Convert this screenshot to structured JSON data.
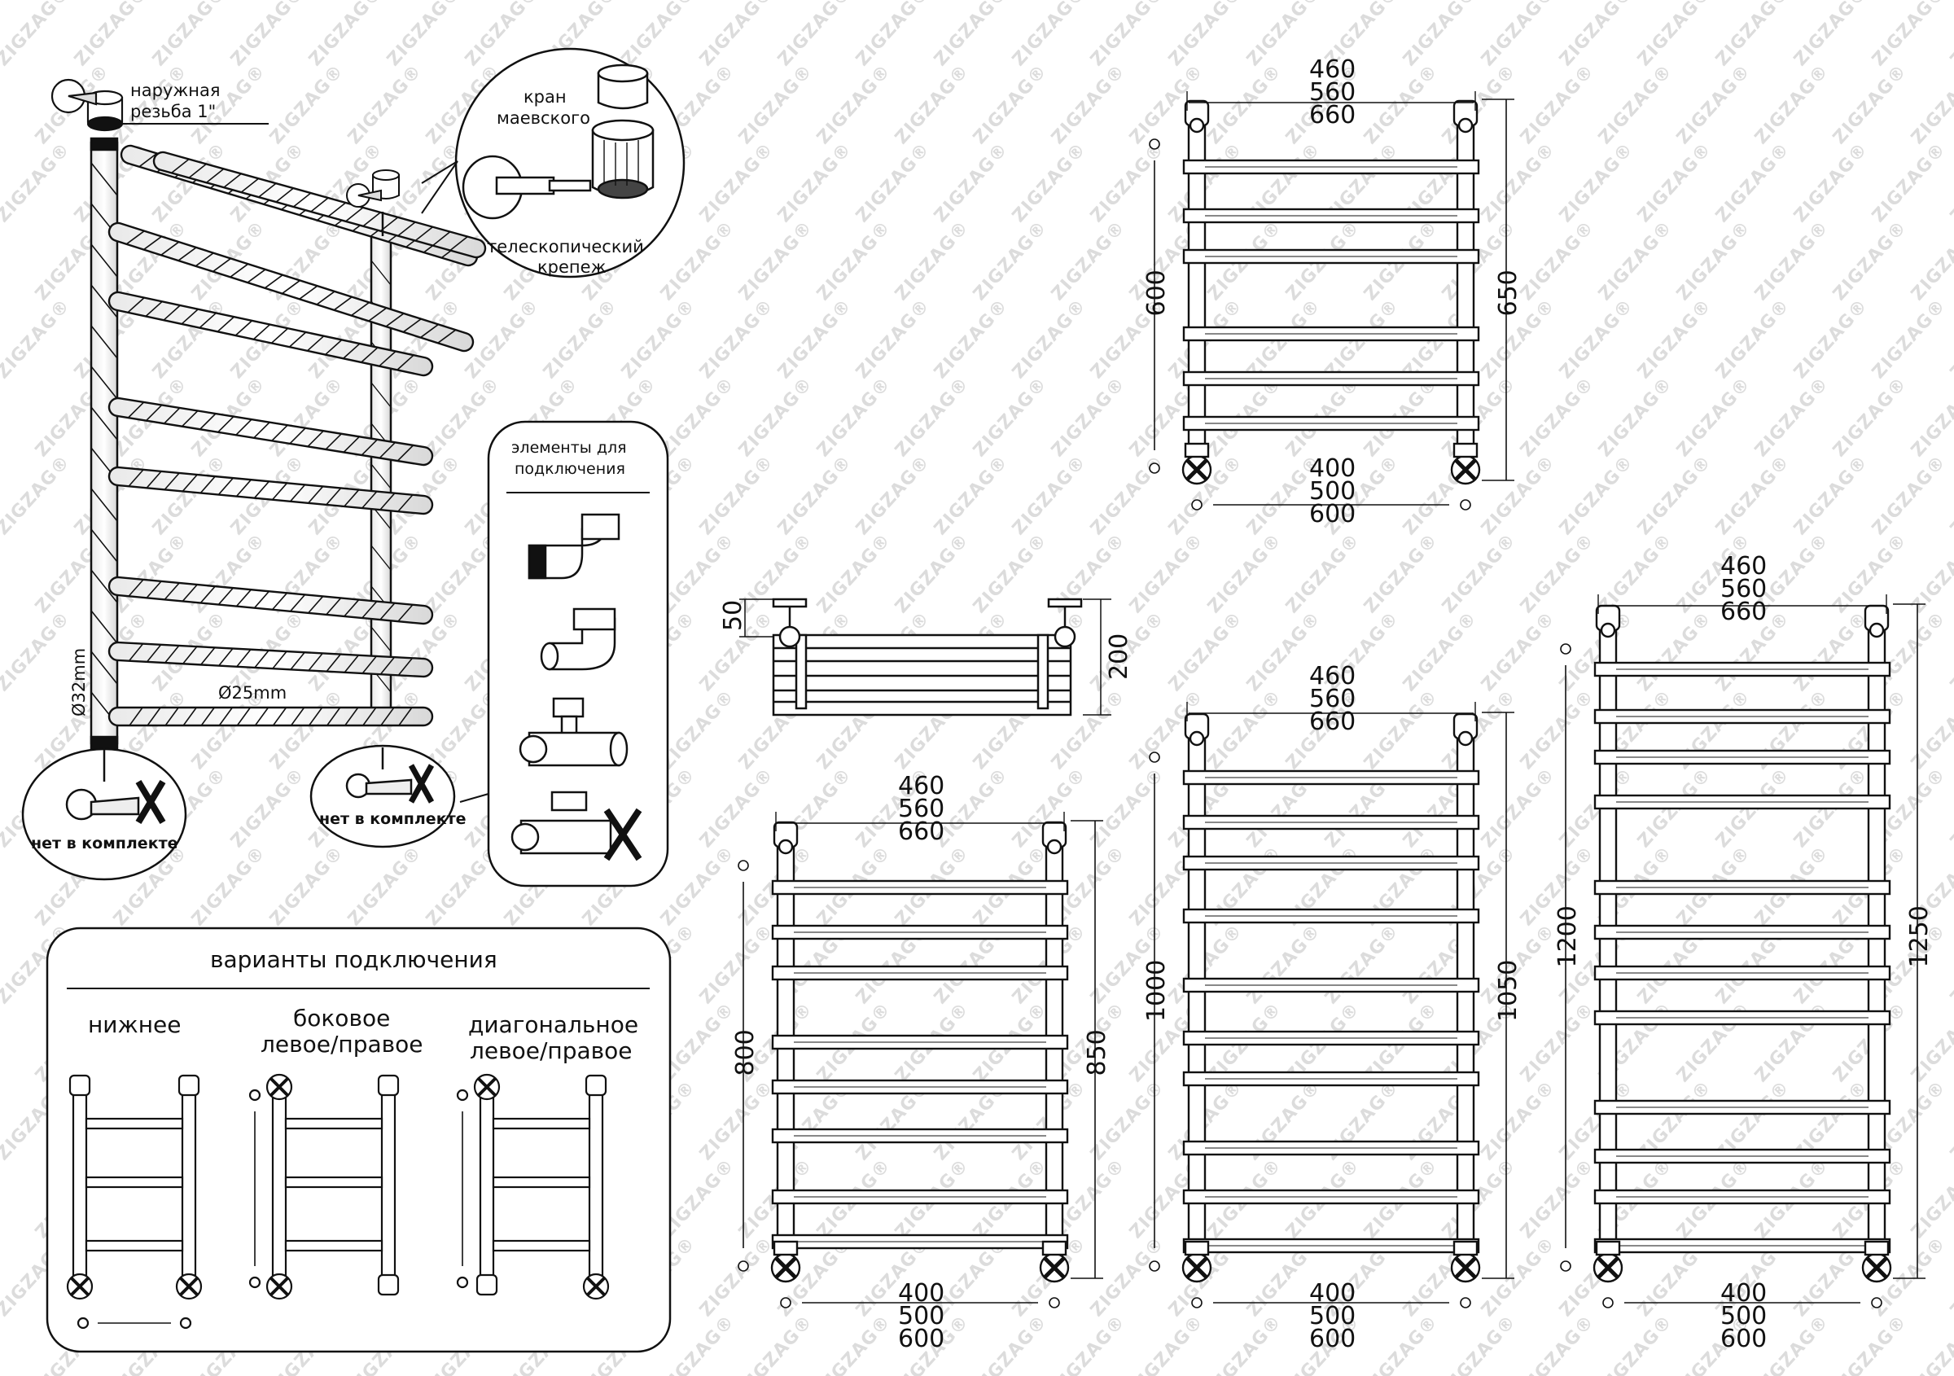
{
  "watermark": "ZIGZAG®",
  "labels": {
    "thread": [
      "наружная",
      "резьба 1\""
    ],
    "valve": [
      "кран",
      "маевского"
    ],
    "mount": [
      "телескопический",
      "крепеж"
    ],
    "pipe_main": "Ø32mm",
    "pipe_rung": "Ø25mm",
    "not_included": "нет в комплекте",
    "elements_title": [
      "элементы для",
      "подключения"
    ]
  },
  "connection": {
    "title": "варианты подключения",
    "bottom": "нижнее",
    "side": [
      "боковое",
      "левое/правое"
    ],
    "diagonal": [
      "диагональное",
      "левое/правое"
    ]
  },
  "widths_top": [
    "460",
    "560",
    "660"
  ],
  "widths_bottom": [
    "400",
    "500",
    "600"
  ],
  "shelf": {
    "depth": "50",
    "height": "200"
  },
  "models": [
    {
      "inner_height": "600",
      "outer_height": "650"
    },
    {
      "inner_height": "800",
      "outer_height": "850"
    },
    {
      "inner_height": "1000",
      "outer_height": "1050"
    },
    {
      "inner_height": "1200",
      "outer_height": "1250"
    }
  ]
}
